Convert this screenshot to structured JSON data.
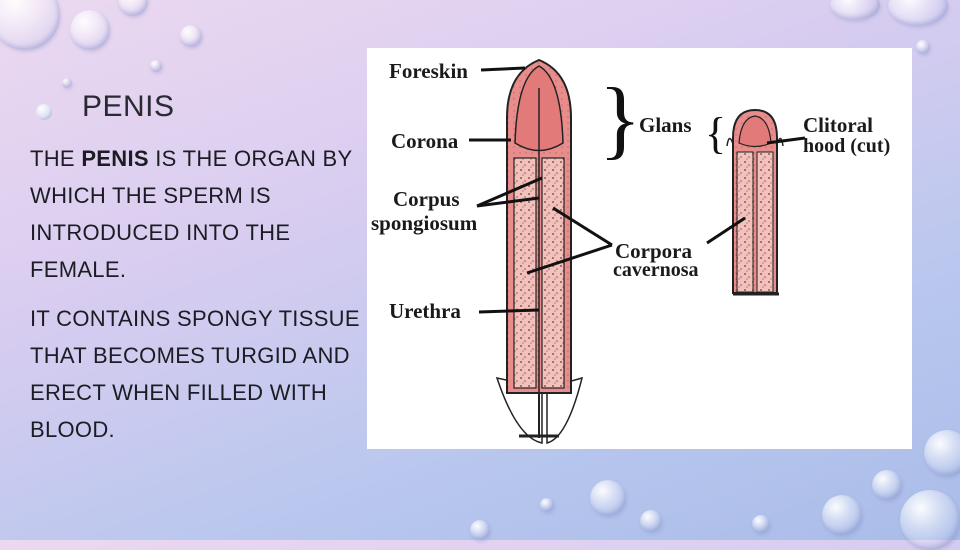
{
  "slide": {
    "title": "PENIS",
    "paragraph1": {
      "prefix": "THE ",
      "emphasis": "PENIS",
      "rest": " IS THE ORGAN BY WHICH THE SPERM IS INTRODUCED INTO THE FEMALE."
    },
    "paragraph2": "IT CONTAINS SPONGY TISSUE THAT BECOMES TURGID AND ERECT WHEN FILLED WITH BLOOD."
  },
  "figure": {
    "labels": {
      "foreskin": "Foreskin",
      "corona": "Corona",
      "corpus_line1": "Corpus",
      "corpus_line2": "spongiosum",
      "urethra": "Urethra",
      "glans": "Glans",
      "corpora_line1": "Corpora",
      "corpora_line2": "cavernosa",
      "clitoral_line1": "Clitoral",
      "clitoral_line2": "hood (cut)"
    },
    "colors": {
      "tissue": "#e98c8c",
      "spongy": "#f2b7b0",
      "outline": "#222222"
    }
  }
}
